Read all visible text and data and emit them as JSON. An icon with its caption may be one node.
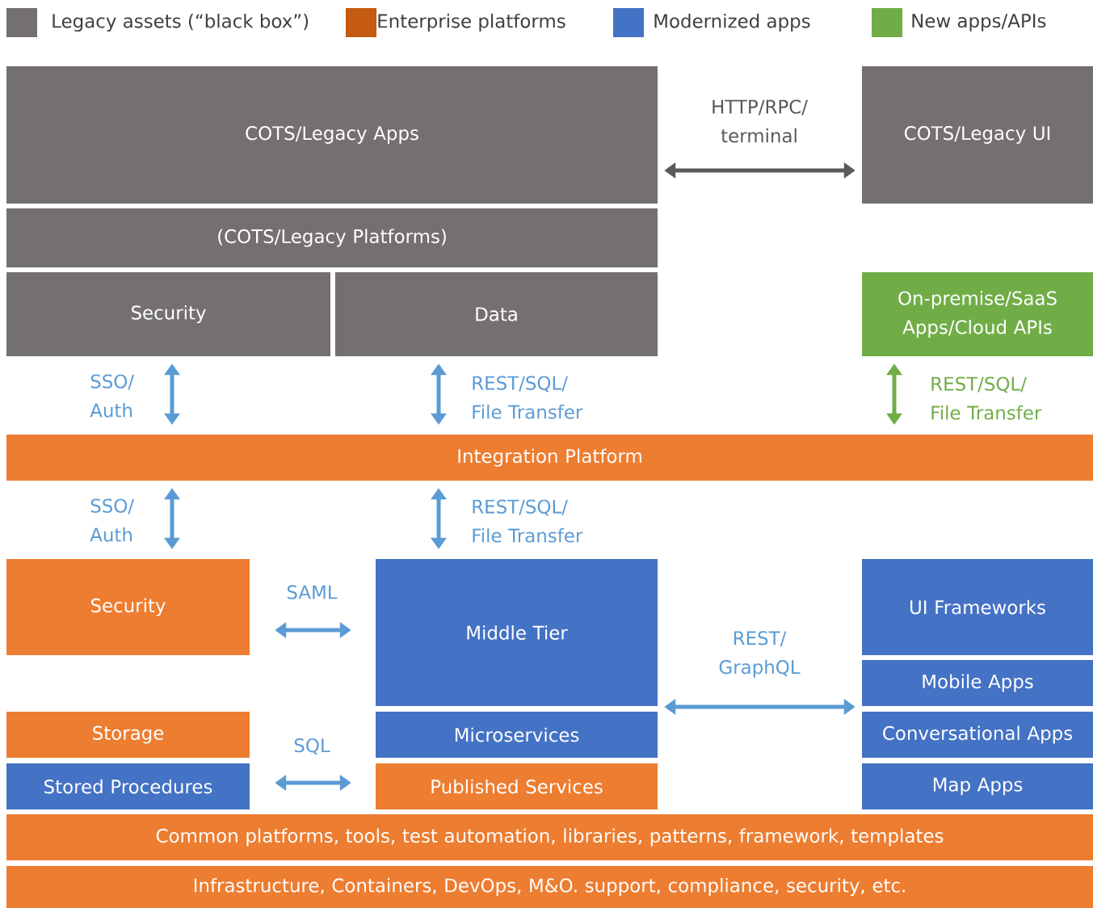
{
  "diagram": {
    "nodes": [
      {
        "text": [
          "COTS/Legacy Apps"
        ]
      },
      {
        "text": [
          "(COTS/Legacy Platforms)"
        ]
      },
      {
        "text": [
          "Security"
        ]
      },
      {
        "text": [
          "Data"
        ]
      },
      {
        "text": [
          "COTS/Legacy UI"
        ]
      },
      {
        "text": [
          "On-premise/SaaS Apps/Cloud APIs"
        ]
      },
      {
        "text": [
          "Integration Platform"
        ]
      },
      {
        "text": [
          "Security"
        ]
      },
      {
        "text": [
          "Middle Tier"
        ]
      },
      {
        "text": [
          "UI Frameworks"
        ]
      },
      {
        "text": [
          "Mobile Apps"
        ]
      },
      {
        "text": [
          "Storage"
        ]
      },
      {
        "text": [
          "Stored Procedures"
        ]
      },
      {
        "text": [
          "Microservices"
        ]
      },
      {
        "text": [
          "Published Services"
        ]
      },
      {
        "text": [
          "Conversational Apps"
        ]
      },
      {
        "text": [
          "Map Apps"
        ]
      },
      {
        "text": [
          "Common platforms, tools, test automation, libraries, patterns, framework, templates"
        ]
      },
      {
        "text": [
          "Infrastructure, Containers, DevOps, M&O. support, compliance, security, etc."
        ]
      }
    ],
    "edges": [
      {
        "from": 0,
        "to": 4,
        "arrow": "both",
        "label": "HTTP/RPC/ terminal",
        "color": "#595959"
      },
      {
        "from": 2,
        "to": 6,
        "arrow": "both",
        "label": "SSO/ Auth"
      },
      {
        "from": 3,
        "to": 6,
        "arrow": "both",
        "label": "REST/SQL/ File Transfer"
      },
      {
        "from": 5,
        "to": 6,
        "arrow": "both",
        "label": "REST/SQL/ File Transfer",
        "color": "#70ad47"
      },
      {
        "from": 6,
        "to": 7,
        "arrow": "both",
        "label": "SSO/ Auth"
      },
      {
        "from": 6,
        "to": 8,
        "arrow": "both",
        "label": "REST/SQL/ File Transfer"
      },
      {
        "from": 7,
        "to": 8,
        "arrow": "both",
        "label": "SAML"
      },
      {
        "from": 12,
        "to": 14,
        "arrow": "both",
        "label": "SQL"
      },
      {
        "from": 8,
        "to": 10,
        "arrow": "both",
        "label": "REST/ GraphQL"
      }
    ],
    "legend": [
      {
        "text": "Legacy assets (“black box”)",
        "color": "#757070"
      },
      {
        "text": "Enterprise platforms",
        "color": "#c55a11"
      },
      {
        "text": "Modernized apps",
        "color": "#4472c4"
      },
      {
        "text": "New apps/APIs",
        "color": "#70ad47"
      }
    ]
  }
}
